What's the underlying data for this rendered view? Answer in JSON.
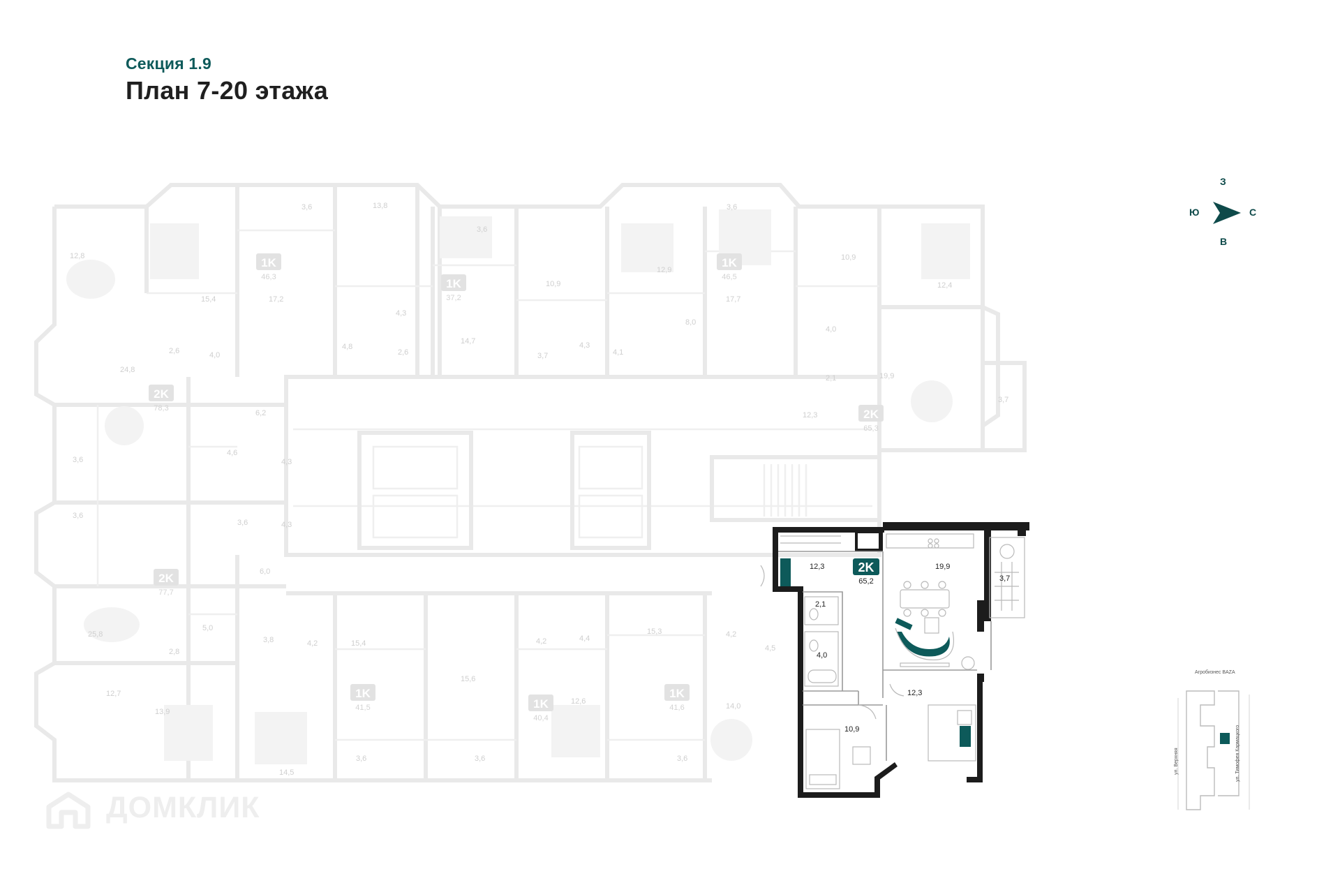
{
  "header": {
    "section": "Секция 1.9",
    "title": "План 7-20 этажа"
  },
  "compass": {
    "north": "З",
    "south": "В",
    "west": "Ю",
    "east": "С"
  },
  "watermark": "ДОМКЛИК",
  "selected_apartment": {
    "type": "2K",
    "area": "65,2",
    "rooms": {
      "hall": "12,3",
      "kitchen_living": "19,9",
      "balcony": "3,7",
      "wc": "2,1",
      "bath": "4,0",
      "bedroom_1": "12,3",
      "bedroom_2": "10,9"
    }
  },
  "other_apartments": [
    {
      "type": "1K",
      "area": "46,3"
    },
    {
      "type": "1K",
      "area": "37,2"
    },
    {
      "type": "1K",
      "area": "46,5"
    },
    {
      "type": "2K",
      "area": "78,3"
    },
    {
      "type": "2K",
      "area": "65,3"
    },
    {
      "type": "2K",
      "area": "77,7"
    },
    {
      "type": "1K",
      "area": "41,5"
    },
    {
      "type": "1K",
      "area": "40,4"
    },
    {
      "type": "1K",
      "area": "41,6"
    }
  ],
  "room_areas": [
    "12,8",
    "15,4",
    "3,6",
    "13,8",
    "3,6",
    "10,9",
    "12,9",
    "3,6",
    "10,9",
    "12,4",
    "17,2",
    "4,3",
    "14,7",
    "8,0",
    "17,7",
    "24,8",
    "2,6",
    "4,0",
    "4,8",
    "2,6",
    "3,7",
    "4,3",
    "4,1",
    "4,0",
    "2,1",
    "19,9",
    "6,2",
    "12,3",
    "3,7",
    "3,6",
    "4,6",
    "4,3",
    "3,6",
    "3,6",
    "4,3",
    "6,0",
    "25,8",
    "5,0",
    "3,8",
    "4,2",
    "15,4",
    "15,6",
    "4,2",
    "4,4",
    "15,3",
    "4,2",
    "4,5",
    "2,8",
    "12,7",
    "13,9",
    "12,6",
    "14,0",
    "3,6",
    "3,6",
    "3,6",
    "14,5"
  ],
  "locator_map": {
    "streets": [
      "ул. Тимофея Кармацкого",
      "ул. Верхняя",
      "Агробизнес BAZA"
    ]
  }
}
